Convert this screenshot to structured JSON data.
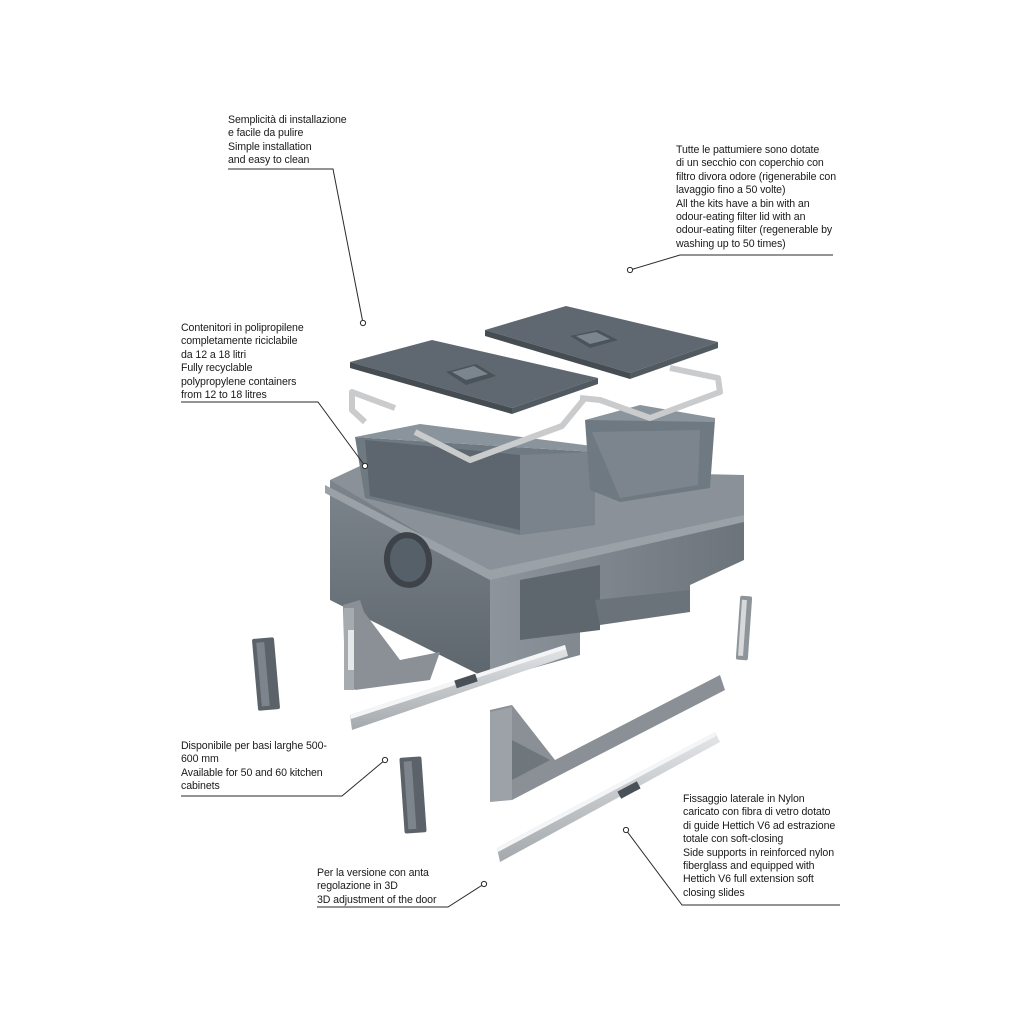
{
  "callouts": {
    "installation": {
      "lines": [
        "Semplicità di installazione",
        "e facile da pulire",
        "Simple installation",
        "and easy to clean"
      ]
    },
    "bins": {
      "lines": [
        "Tutte le pattumiere sono dotate",
        "di un secchio con coperchio con",
        "filtro divora odore (rigenerabile con",
        "lavaggio fino a 50 volte)",
        "All the kits have a bin with an",
        "odour-eating filter lid with an",
        "odour-eating filter (regenerable by",
        "washing up to 50 times)"
      ]
    },
    "containers": {
      "lines": [
        "Contenitori in polipropilene",
        "completamente riciclabile",
        "da 12 a 18 litri",
        "Fully recyclable",
        "polypropylene containers",
        "from 12 to 18 litres"
      ]
    },
    "cabinet_width": {
      "lines": [
        "Disponibile per basi larghe 500-",
        "600 mm",
        "Available for 50 and 60 kitchen",
        "cabinets"
      ]
    },
    "side_supports": {
      "lines": [
        "Fissaggio laterale in Nylon",
        "caricato con fibra di vetro dotato",
        "di guide Hettich V6 ad estrazione",
        "totale con soft-closing",
        "Side supports in reinforced nylon",
        "fiberglass and equipped with",
        "Hettich V6 full extension soft",
        "closing slides"
      ]
    },
    "door_adjustment": {
      "lines": [
        "Per la versione con anta",
        "regolazione in 3D",
        "3D adjustment of the door"
      ]
    }
  },
  "colors": {
    "container": "#6e7880",
    "container_dark": "#4f575e",
    "frame": "#858c93",
    "handle": "#c9cbcd",
    "rail": "#b9bdc1",
    "leader": "#2a2a2a"
  }
}
